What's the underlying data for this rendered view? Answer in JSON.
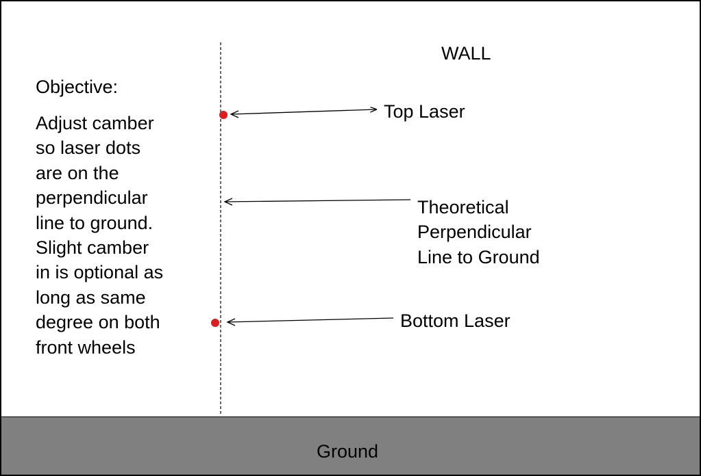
{
  "wall": {
    "label": "WALL"
  },
  "objective": {
    "heading": "Objective:",
    "lines": [
      "Adjust camber",
      "so laser dots",
      "are on the",
      "perpendicular",
      "line to ground.",
      "Slight camber",
      "in is optional as",
      "long as same",
      "degree on both",
      "front wheels"
    ]
  },
  "labels": {
    "top_laser": "Top Laser",
    "theoretical": [
      "Theoretical",
      "Perpendicular",
      "Line to Ground"
    ],
    "bottom_laser": "Bottom Laser"
  },
  "ground": {
    "label": "Ground"
  },
  "colors": {
    "laser_dot": "#e01b1b",
    "ground_fill": "#808080",
    "line": "#000000"
  }
}
